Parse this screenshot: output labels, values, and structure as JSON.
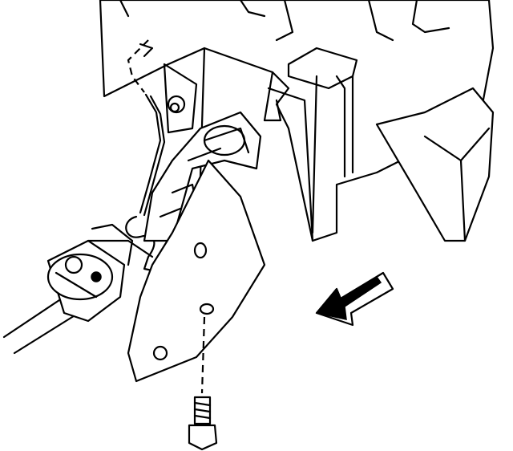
{
  "diagram": {
    "colors": {
      "line": "#000000",
      "background": "#ffffff"
    },
    "parts": [
      "housing",
      "steering-column",
      "wire-harness",
      "bracket",
      "bolt",
      "direction-arrow"
    ]
  }
}
